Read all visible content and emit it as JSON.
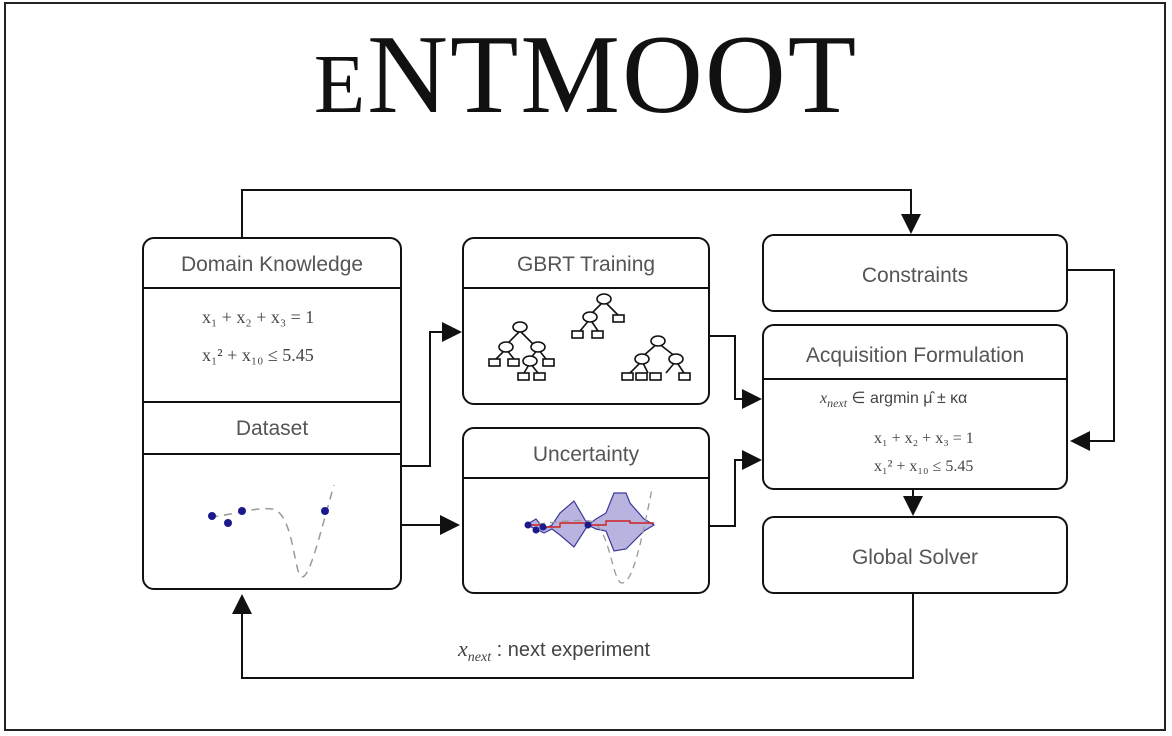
{
  "logo": {
    "first_letter": "E",
    "rest": "NTMOOT"
  },
  "boxes": {
    "domain_knowledge": {
      "title": "Domain Knowledge",
      "eq1": "x₁ + x₂ + x₃ = 1",
      "eq2": "x₁² + x₁₀ ≤ 5.45"
    },
    "dataset": {
      "title": "Dataset"
    },
    "gbrt": {
      "title": "GBRT Training"
    },
    "uncertainty": {
      "title": "Uncertainty"
    },
    "constraints": {
      "title": "Constraints"
    },
    "acquisition": {
      "title": "Acquisition Formulation",
      "objective_var": "x",
      "objective_sub": "next",
      "objective_rest": " ∈ argmin μ̂ ± κα",
      "eq1": "x₁ + x₂ + x₃ = 1",
      "eq2": "x₁² + x₁₀ ≤ 5.45"
    },
    "solver": {
      "title": "Global Solver"
    }
  },
  "feedback_label": {
    "var": "x",
    "sub": "next",
    "text": " : next experiment"
  },
  "colors": {
    "line": "#111111",
    "points": "#1a1a8c",
    "band": "#b9b3e0",
    "mean": "#cc2222",
    "dashed": "#999999"
  }
}
